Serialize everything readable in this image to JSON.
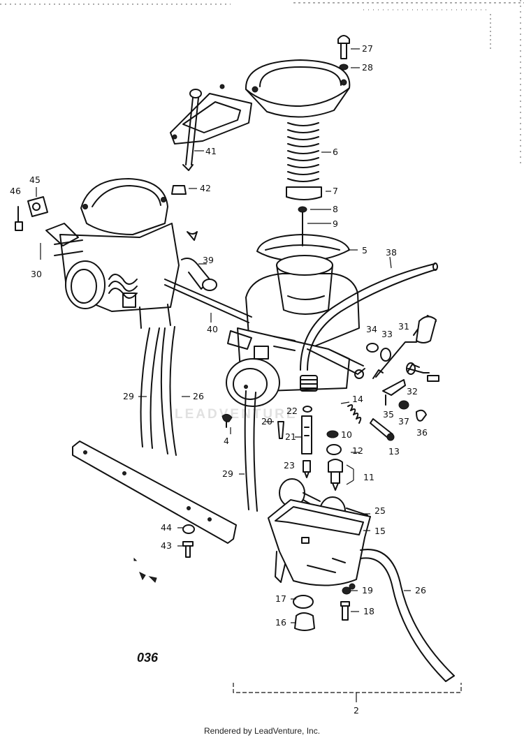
{
  "parts": [
    "27",
    "28",
    "6",
    "7",
    "8",
    "9",
    "5",
    "38",
    "41",
    "42",
    "45",
    "46",
    "30",
    "39",
    "40",
    "29",
    "26",
    "34",
    "33",
    "31",
    "32",
    "35",
    "37",
    "36",
    "14",
    "22",
    "20",
    "4",
    "21",
    "10",
    "12",
    "13",
    "23",
    "11",
    "25",
    "15",
    "44",
    "43",
    "17",
    "19",
    "18",
    "16",
    "2"
  ],
  "sheet_number": "036",
  "watermark": "LEADVENTURE",
  "footer": "Rendered by LeadVenture, Inc."
}
